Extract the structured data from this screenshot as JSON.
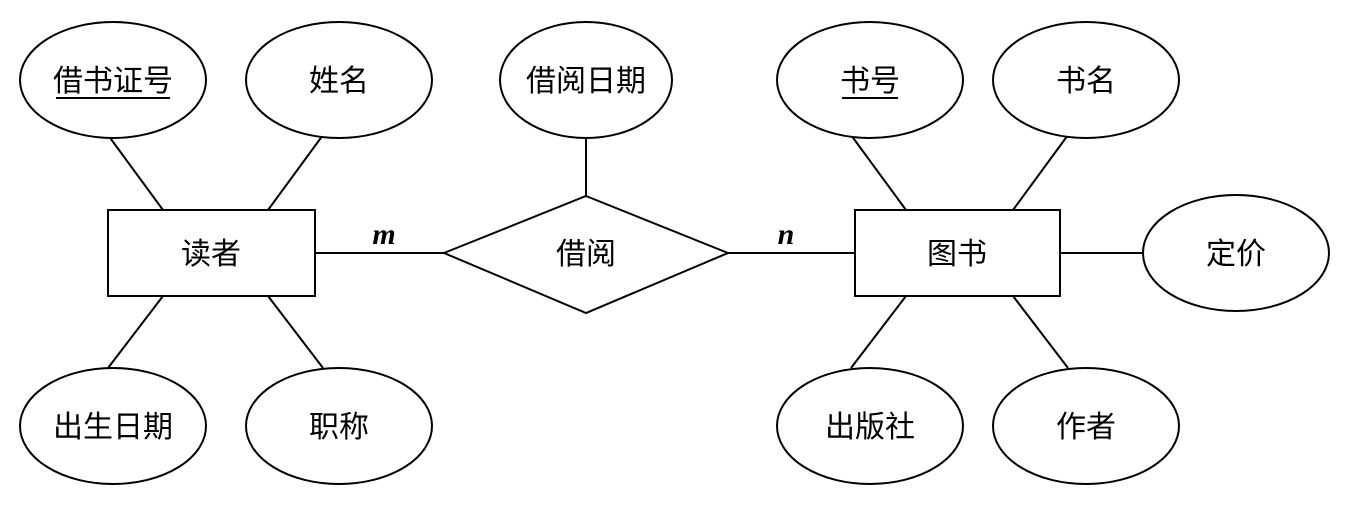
{
  "diagram": {
    "entities": {
      "reader": "读者",
      "book": "图书"
    },
    "relationship": "借阅",
    "cardinality": {
      "reader_side": "m",
      "book_side": "n"
    },
    "relationship_attributes": [
      "借阅日期"
    ],
    "reader_attributes": [
      {
        "label": "借书证号",
        "primary_key": true
      },
      {
        "label": "姓名",
        "primary_key": false
      },
      {
        "label": "出生日期",
        "primary_key": false
      },
      {
        "label": "职称",
        "primary_key": false
      }
    ],
    "book_attributes": [
      {
        "label": "书号",
        "primary_key": true
      },
      {
        "label": "书名",
        "primary_key": false
      },
      {
        "label": "定价",
        "primary_key": false
      },
      {
        "label": "出版社",
        "primary_key": false
      },
      {
        "label": "作者",
        "primary_key": false
      }
    ]
  }
}
